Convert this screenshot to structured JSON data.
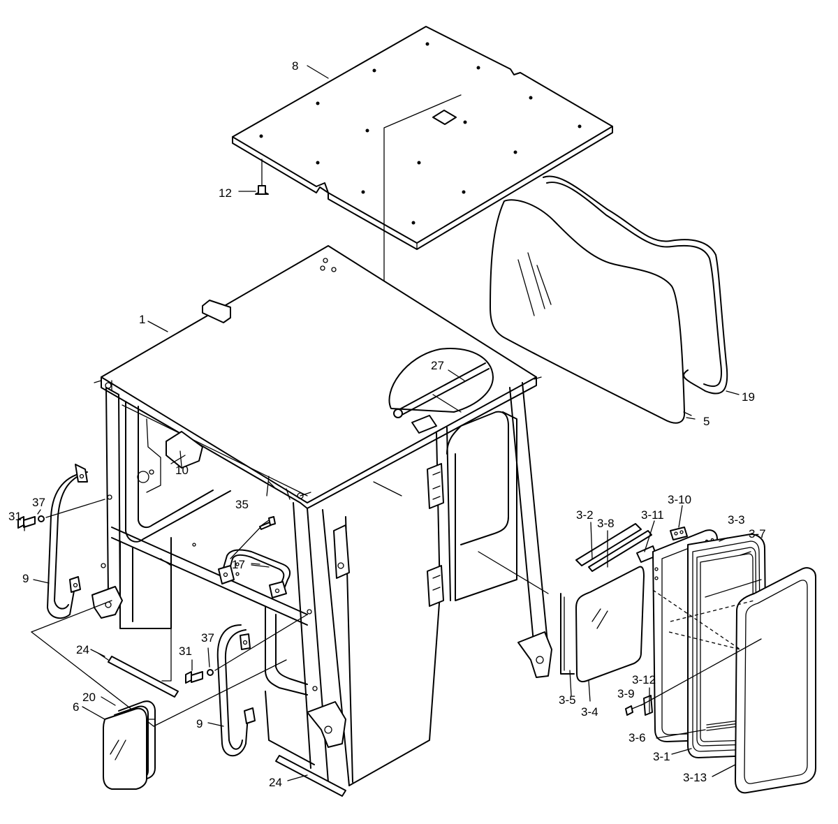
{
  "labels": {
    "p1": "1",
    "p3_1": "3-1",
    "p3_2": "3-2",
    "p3_3": "3-3",
    "p3_4": "3-4",
    "p3_5": "3-5",
    "p3_6": "3-6",
    "p3_7": "3-7",
    "p3_8": "3-8",
    "p3_9": "3-9",
    "p3_10": "3-10",
    "p3_11": "3-11",
    "p3_12": "3-12",
    "p3_13": "3-13",
    "p5": "5",
    "p6": "6",
    "p8": "8",
    "p9a": "9",
    "p9b": "9",
    "p10": "10",
    "p12": "12",
    "p17": "17",
    "p19": "19",
    "p20": "20",
    "p24a": "24",
    "p24b": "24",
    "p27": "27",
    "p31a": "31",
    "p31b": "31",
    "p35": "35",
    "p37a": "37",
    "p37b": "37"
  }
}
